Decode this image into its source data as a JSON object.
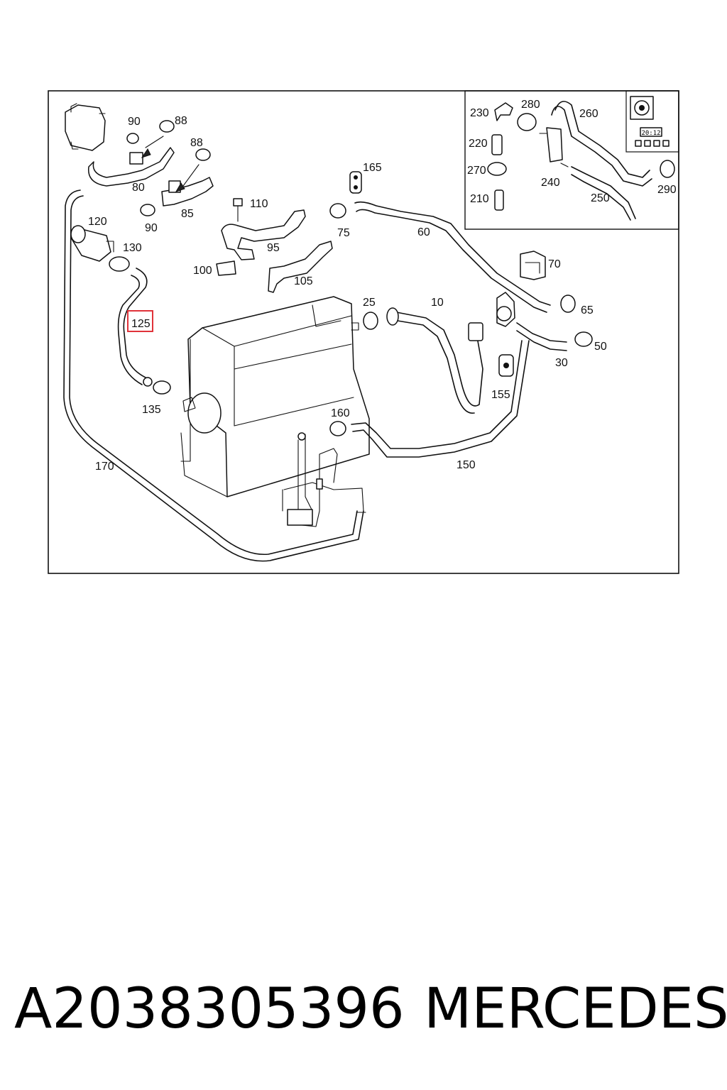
{
  "footer": {
    "part_number": "A2038305396",
    "brand": "MERCEDES"
  },
  "highlight": {
    "label": "125",
    "color": "#e0333a"
  },
  "callouts": {
    "c90a": "90",
    "c88a": "88",
    "c88b": "88",
    "c80": "80",
    "c85": "85",
    "c90b": "90",
    "c120": "120",
    "c130": "130",
    "c125": "125",
    "c135": "135",
    "c170": "170",
    "c110": "110",
    "c95": "95",
    "c100": "100",
    "c105": "105",
    "c165": "165",
    "c75": "75",
    "c60": "60",
    "c70": "70",
    "c65": "65",
    "c50": "50",
    "c30": "30",
    "c25": "25",
    "c10": "10",
    "c155": "155",
    "c160": "160",
    "c150": "150",
    "c230": "230",
    "c280": "280",
    "c260": "260",
    "c220": "220",
    "c270": "270",
    "c240": "240",
    "c210": "210",
    "c250": "250",
    "c290": "290"
  },
  "panel_display": "20:12"
}
